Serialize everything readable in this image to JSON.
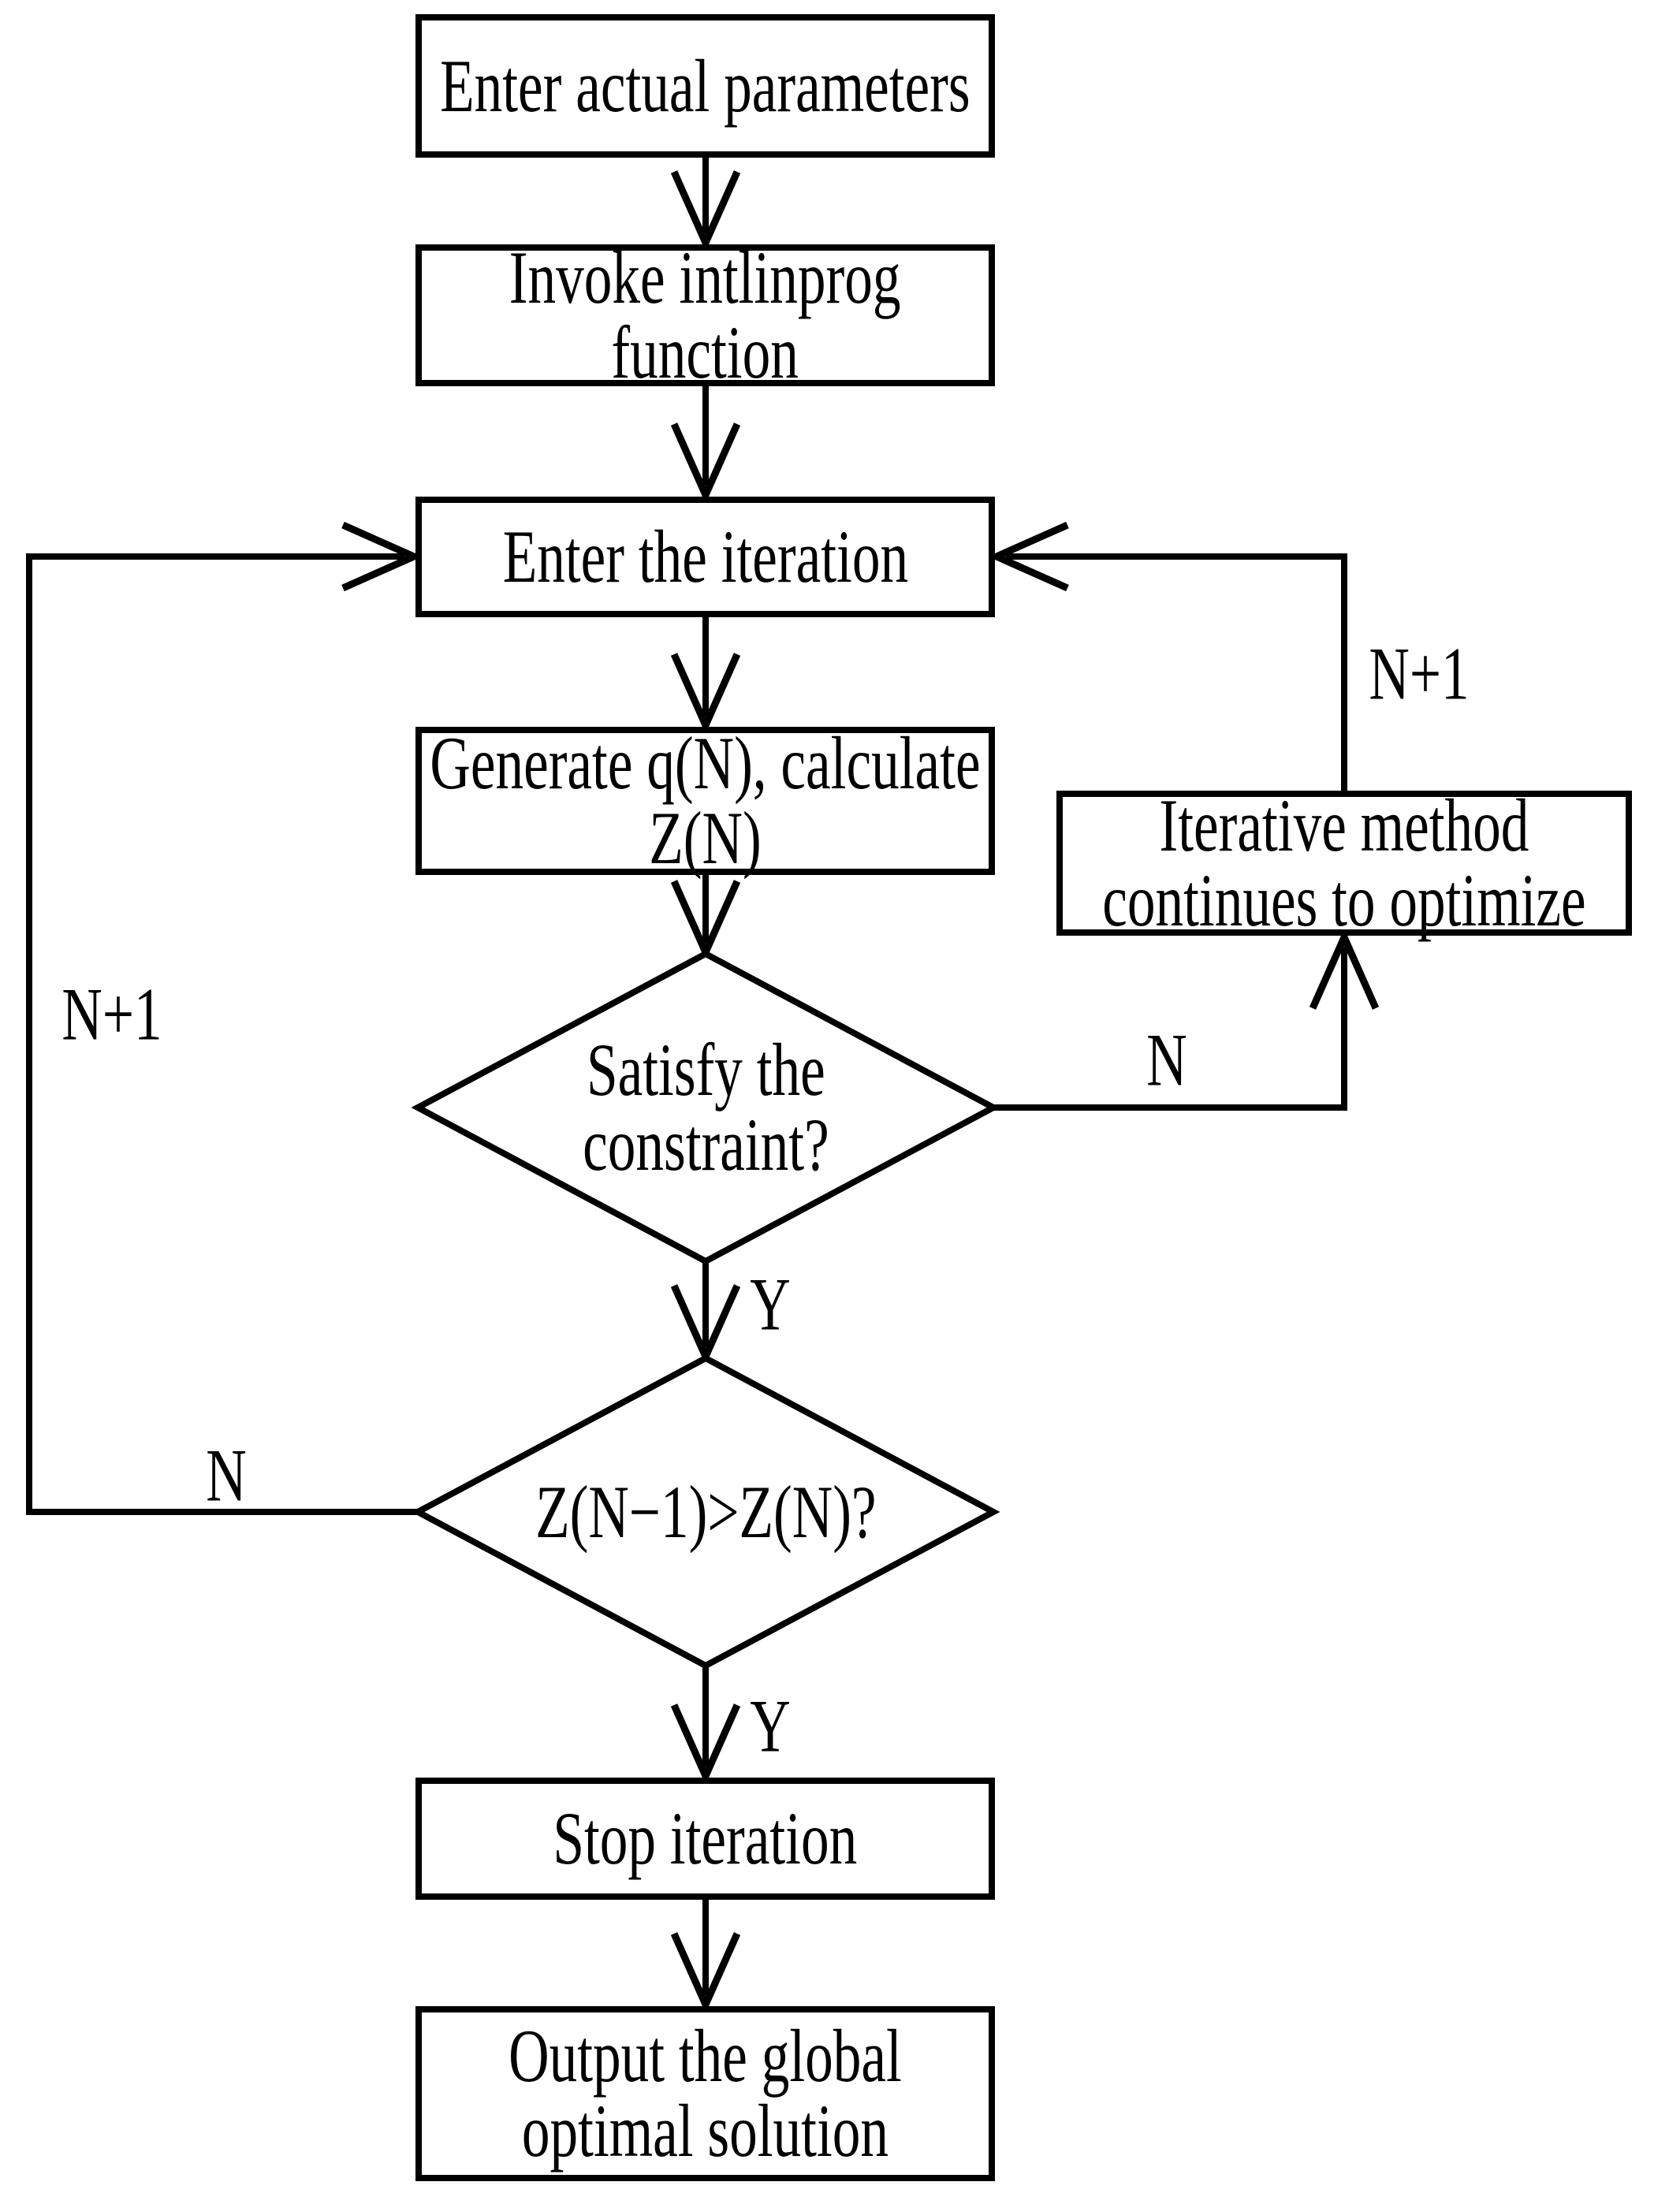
{
  "figure": {
    "background": "#ffffff",
    "stroke_color": "#000000",
    "nodes": {
      "enter_params": {
        "type": "process",
        "label": "Enter actual parameters"
      },
      "invoke_intlinprog": {
        "type": "process",
        "label": "Invoke intlinprog\nfunction"
      },
      "enter_iteration": {
        "type": "process",
        "label": "Enter the iteration"
      },
      "generate_q": {
        "type": "process",
        "label": "Generate q(N), calculate\nZ(N)"
      },
      "satisfy_constraint": {
        "type": "decision",
        "label": "Satisfy the\nconstraint?"
      },
      "compare_z": {
        "type": "decision",
        "label": "Z(N−1)>Z(N)?"
      },
      "stop_iteration": {
        "type": "process",
        "label": "Stop iteration"
      },
      "output_solution": {
        "type": "process",
        "label": "Output the global\noptimal solution"
      },
      "iterative_method": {
        "type": "process",
        "label": "Iterative method\ncontinues to optimize"
      }
    },
    "edge_labels": {
      "satisfy_no": "N",
      "satisfy_yes": "Y",
      "compare_no": "N",
      "compare_yes": "Y",
      "right_increment": "N+1",
      "left_increment": "N+1"
    }
  }
}
